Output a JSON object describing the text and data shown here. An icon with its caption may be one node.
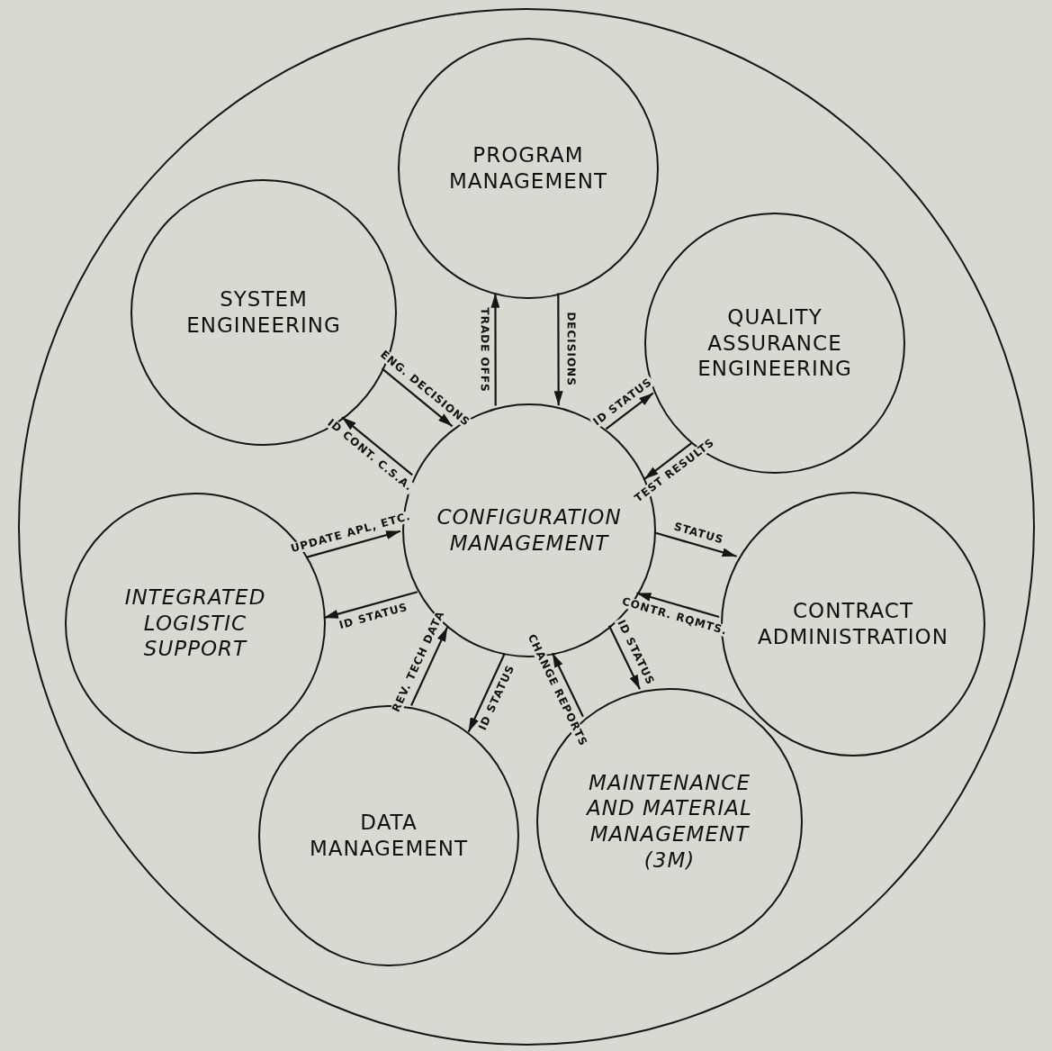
{
  "diagram": {
    "nodes": [
      {
        "text": [],
        "shape": "circle"
      },
      {
        "text": [
          "PROGRAM MANAGEMENT"
        ],
        "in": 0
      },
      {
        "text": [
          "SYSTEM ENGINEERING"
        ],
        "in": 0
      },
      {
        "text": [
          "QUALITY ASSURANCE ENGINEERING"
        ],
        "in": 0
      },
      {
        "text": [
          "CONFIGURATION MANAGEMENT"
        ],
        "in": 0
      },
      {
        "text": [
          "INTEGRATED LOGISTIC SUPPORT"
        ],
        "in": 0
      },
      {
        "text": [
          "CONTRACT ADMINISTRATION"
        ],
        "in": 0
      },
      {
        "text": [
          "DATA MANAGEMENT"
        ],
        "in": 0
      },
      {
        "text": [
          "MAINTENANCE AND MATERIAL MANAGEMENT (3M)"
        ],
        "in": 0
      }
    ],
    "edges": [
      {
        "from": 2,
        "to": 4,
        "arrow": "to",
        "label": "ENG. DECISIONS"
      },
      {
        "from": 4,
        "to": 2,
        "arrow": "to",
        "label": "ID CONT. C.S.A."
      },
      {
        "from": 4,
        "to": 1,
        "arrow": "to",
        "label": "TRADE OFFS"
      },
      {
        "from": 1,
        "to": 4,
        "arrow": "to",
        "label": "DECISIONS"
      },
      {
        "from": 4,
        "to": 3,
        "arrow": "to",
        "label": "ID STATUS"
      },
      {
        "from": 3,
        "to": 4,
        "arrow": "to",
        "label": "TEST RESULTS"
      },
      {
        "from": 4,
        "to": 6,
        "arrow": "to",
        "label": "STATUS"
      },
      {
        "from": 6,
        "to": 4,
        "arrow": "to",
        "label": "CONTR. RQMTS."
      },
      {
        "from": 5,
        "to": 4,
        "arrow": "to",
        "label": "UPDATE APL, ETC."
      },
      {
        "from": 4,
        "to": 5,
        "arrow": "to",
        "label": "ID STATUS"
      },
      {
        "from": 7,
        "to": 4,
        "arrow": "to",
        "label": "REV. TECH DATA"
      },
      {
        "from": 4,
        "to": 7,
        "arrow": "to",
        "label": "ID STATUS"
      },
      {
        "from": 8,
        "to": 4,
        "arrow": "to",
        "label": "CHANGE REPORTS"
      },
      {
        "from": 4,
        "to": 8,
        "arrow": "to",
        "label": "ID STATUS"
      }
    ]
  }
}
